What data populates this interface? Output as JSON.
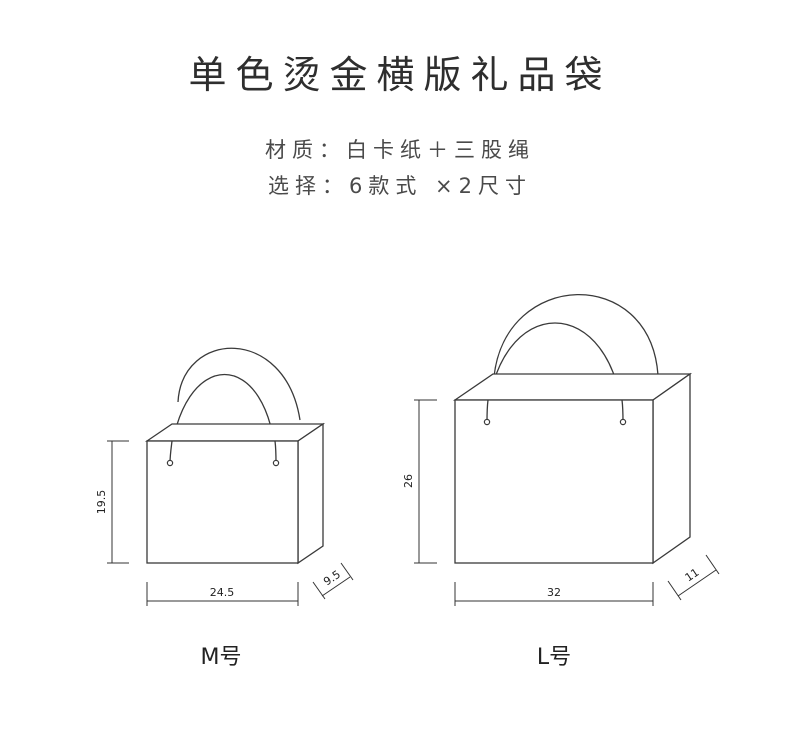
{
  "title": "单色烫金横版礼品袋",
  "material_line": "材质：白卡纸＋三股绳",
  "choice_line": "选择：6款式 ×2尺寸",
  "bags": {
    "m": {
      "label": "M号",
      "width": "24.5",
      "height": "19.5",
      "depth": "9.5"
    },
    "l": {
      "label": "L号",
      "width": "32",
      "height": "26",
      "depth": "11"
    }
  }
}
